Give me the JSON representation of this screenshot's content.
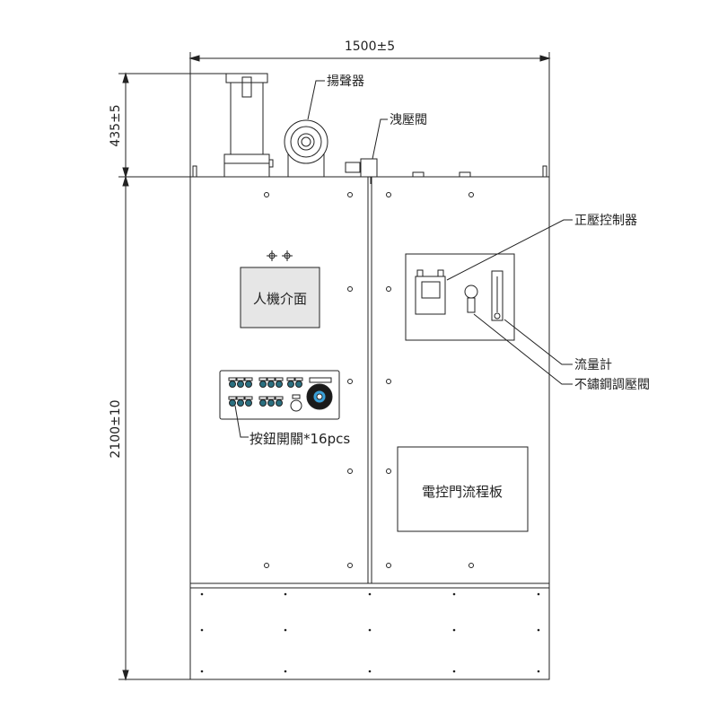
{
  "dimensions": {
    "width": "1500±5",
    "top_height": "435±5",
    "body_height": "2100±10"
  },
  "labels": {
    "speaker": "揚聲器",
    "relief_valve": "洩壓閥",
    "positive_pressure_controller": "正壓控制器",
    "flow_meter": "流量計",
    "stainless_regulator": "不鏽鋼調壓閥",
    "hmi": "人機介面",
    "buttons": "按鈕開關*16pcs",
    "flow_board": "電控門流程板"
  },
  "colors": {
    "line": "#222222",
    "screen_fill": "#e6e6e6",
    "button": "#2a6f80",
    "knob": "#1a1a1a",
    "knob_center": "#3aa0d8"
  }
}
